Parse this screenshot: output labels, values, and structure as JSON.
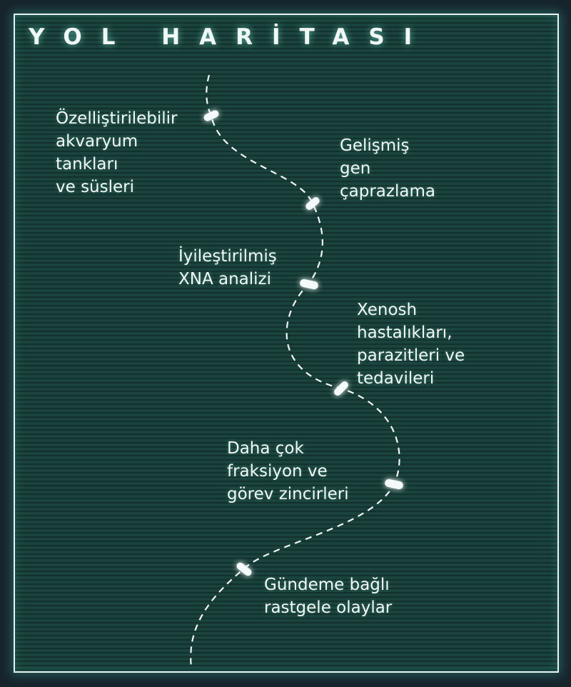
{
  "title": "YOL HARİTASI",
  "milestones": [
    {
      "lines": [
        "Özelliştirilebilir",
        "akvaryum",
        "tankları",
        "ve süsleri"
      ]
    },
    {
      "lines": [
        "Gelişmiş",
        "gen",
        "çaprazlama"
      ]
    },
    {
      "lines": [
        "İyileştirilmiş",
        "XNA analizi"
      ]
    },
    {
      "lines": [
        "Xenosh",
        "hastalıkları,",
        "parazitleri ve",
        "tedavileri"
      ]
    },
    {
      "lines": [
        "Daha çok",
        "fraksiyon ve",
        "görev zincirleri"
      ]
    },
    {
      "lines": [
        "Gündeme bağlı",
        "rastgele olaylar"
      ]
    }
  ],
  "colors": {
    "background": "#1b433d",
    "accent": "#e8f3f1"
  }
}
